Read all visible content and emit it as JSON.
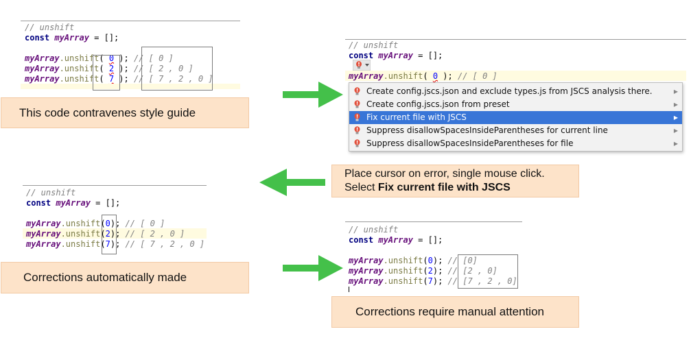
{
  "code": {
    "comment": "// unshift",
    "kw_const": "const",
    "var_name": "myArray",
    "decl_rest": " = [];",
    "method": ".unshift",
    "lines": [
      {
        "arg": "0",
        "orig": "[ 0 ]",
        "man": "[0]"
      },
      {
        "arg": "2",
        "orig": "[ 2 , 0 ]",
        "man": "[2 , 0]"
      },
      {
        "arg": "7",
        "orig": "[ 7 , 2 , 0 ]",
        "man": "[7 , 2 , 0]"
      }
    ]
  },
  "captions": {
    "style": "This code contravenes style guide",
    "instruction_line1": "Place cursor on error, single mouse click.",
    "instruction_select": "Select ",
    "instruction_action": "Fix current file with JSCS",
    "auto": "Corrections automatically made",
    "manual": "Corrections require manual attention"
  },
  "menu": {
    "items": [
      "Create config.jscs.json and exclude types.js from JSCS analysis there.",
      "Create config.jscs.json from preset",
      "Fix current file with JSCS",
      "Suppress disallowSpacesInsideParentheses for current line",
      "Suppress disallowSpacesInsideParentheses for file"
    ],
    "selected_index": 2
  },
  "colors": {
    "arrow": "#44c04a",
    "caption_bg": "#fde3c9",
    "menu_selection": "#3875d7",
    "keyword": "#000080",
    "variable": "#660e7a",
    "number": "#0000ff",
    "comment": "#808080"
  },
  "icons": [
    "bulb-icon",
    "submenu-arrow-icon",
    "green-arrow-right",
    "green-arrow-left"
  ]
}
